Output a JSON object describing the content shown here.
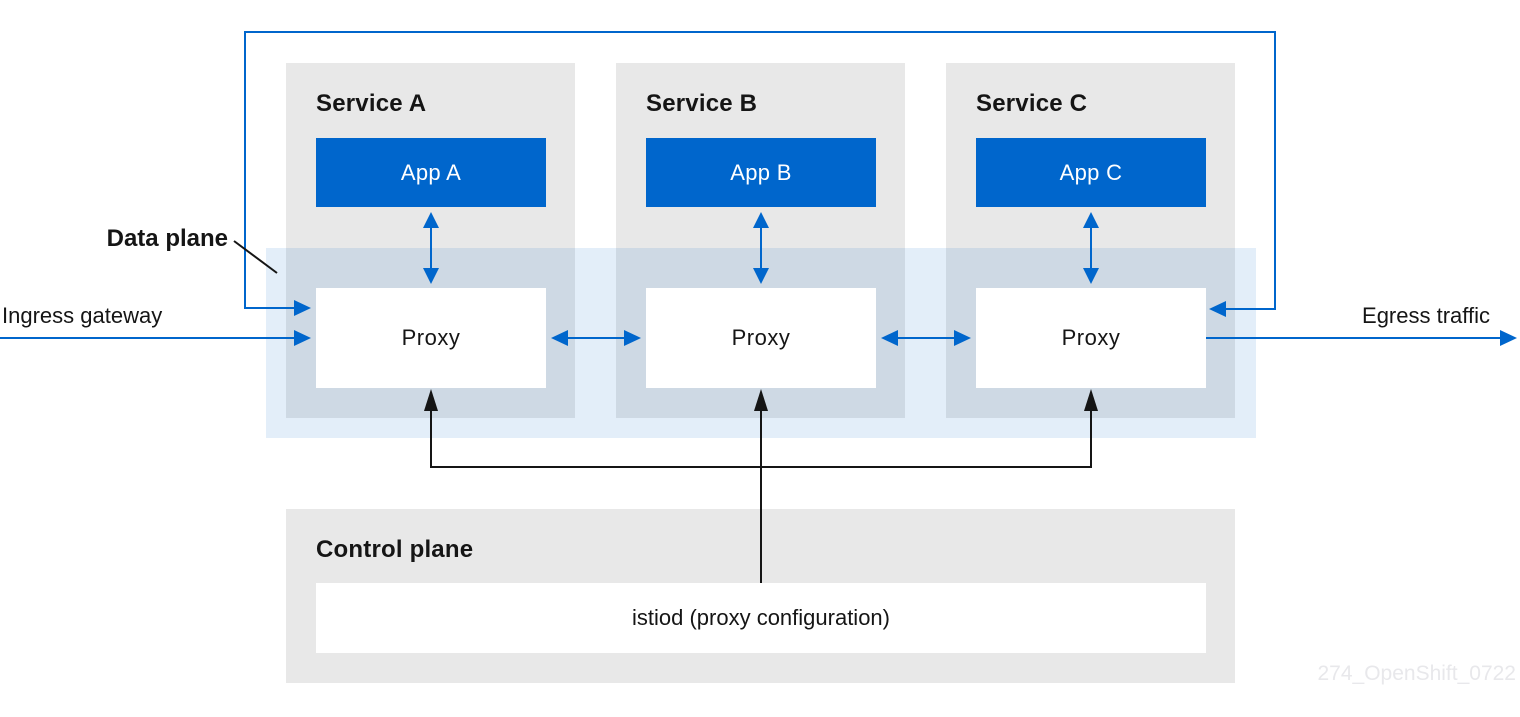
{
  "colors": {
    "accent-blue": "#0066cc",
    "box-gray": "#e8e8e8",
    "text-dark": "#151515",
    "watermark-gray": "#e8e8eb"
  },
  "labels": {
    "data_plane": "Data plane",
    "ingress_gateway": "Ingress gateway",
    "egress_traffic": "Egress traffic",
    "control_plane": "Control plane",
    "istiod": "istiod (proxy configuration)",
    "watermark": "274_OpenShift_0722"
  },
  "services": [
    {
      "name": "Service A",
      "app": "App A",
      "proxy": "Proxy"
    },
    {
      "name": "Service B",
      "app": "App B",
      "proxy": "Proxy"
    },
    {
      "name": "Service C",
      "app": "App C",
      "proxy": "Proxy"
    }
  ]
}
